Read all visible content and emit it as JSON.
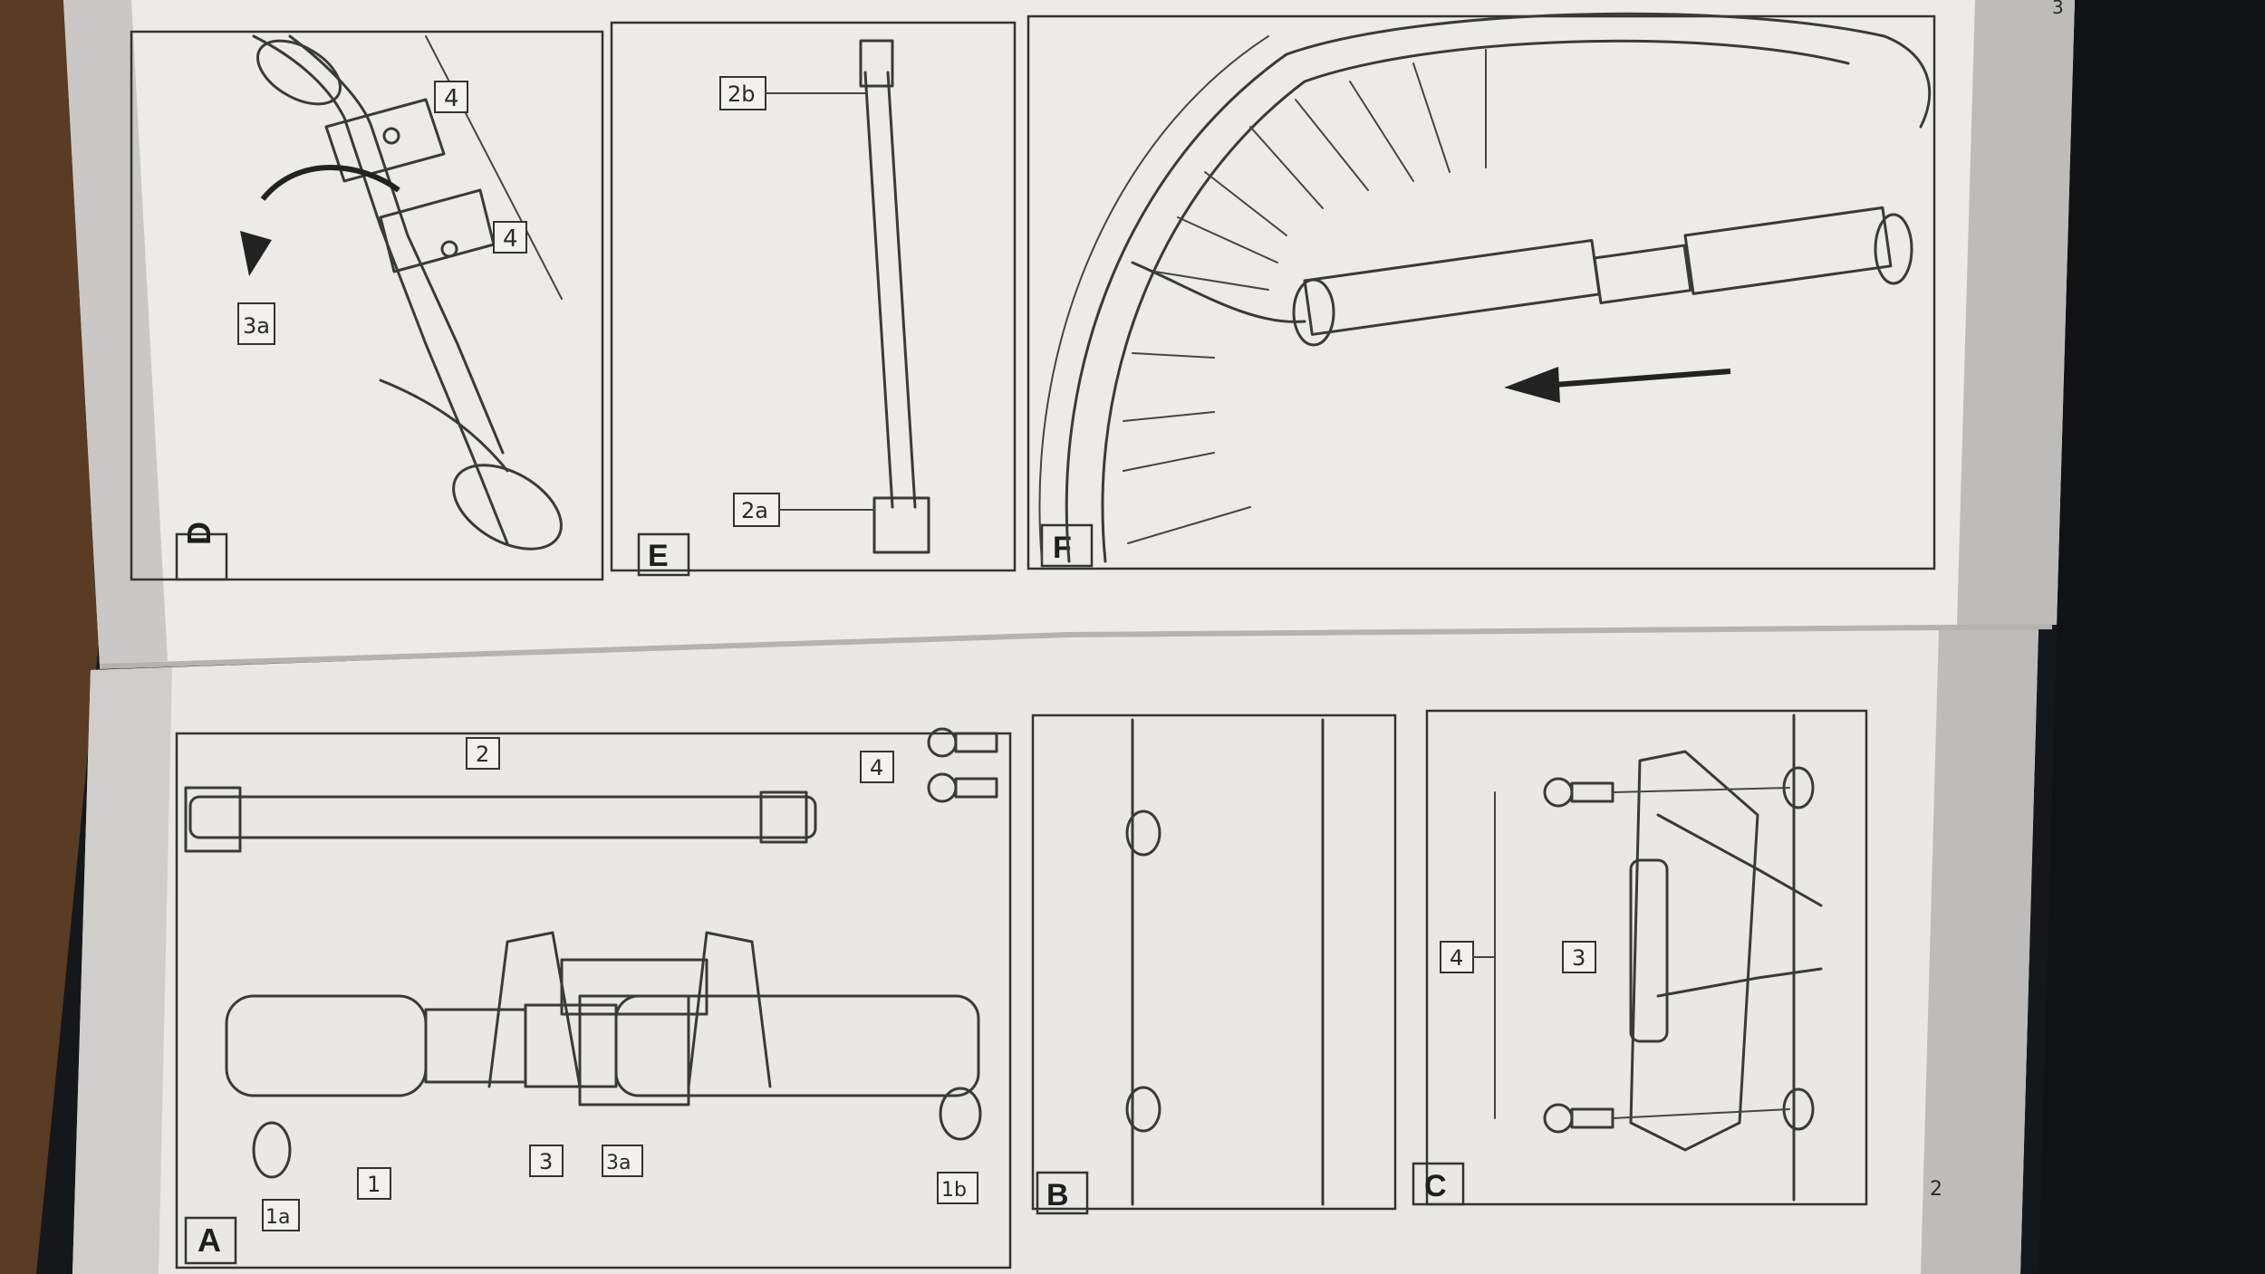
{
  "manual": {
    "page_number_left": "2",
    "page_number_right": "3",
    "panels": {
      "A": {
        "letter": "A",
        "labels": [
          "1a",
          "1",
          "3",
          "3a",
          "1b",
          "2",
          "4"
        ]
      },
      "B": {
        "letter": "B"
      },
      "C": {
        "letter": "C",
        "labels": [
          "4",
          "3"
        ]
      },
      "D": {
        "letter": "D",
        "labels": [
          "4",
          "4",
          "3a"
        ]
      },
      "E": {
        "letter": "E",
        "labels": [
          "2b",
          "2a"
        ]
      },
      "F": {
        "letter": "F"
      }
    }
  },
  "colors": {
    "background": "#15181a",
    "paper": "#ecebe7",
    "paper_shadow": "#d6d5d1",
    "margin_band": "#bdbcbb",
    "line_ink": "#3a3a3a"
  }
}
